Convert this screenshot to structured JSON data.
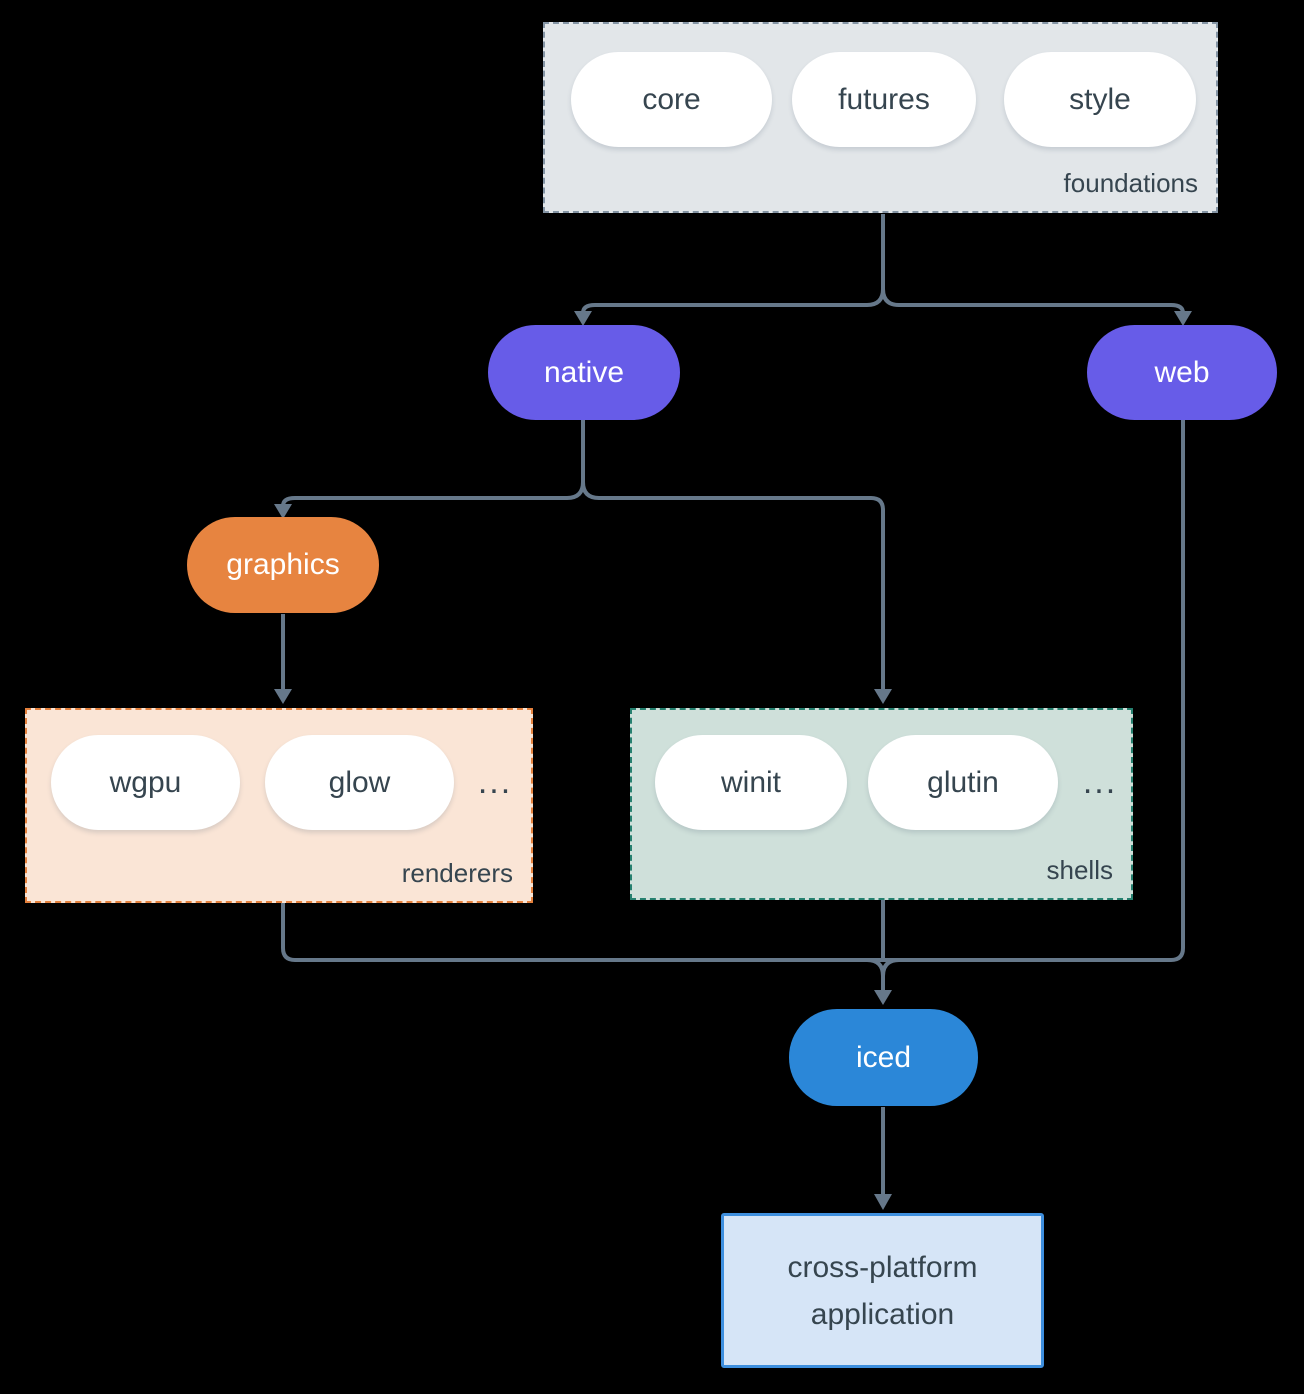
{
  "background_color": "#000000",
  "arrow_color": "#66788a",
  "nodes": {
    "foundations": {
      "label": "foundations",
      "pills": [
        "core",
        "futures",
        "style"
      ],
      "fill": "#e2e6e9",
      "border_color": "#8494a4"
    },
    "native": {
      "label": "native",
      "fill": "#675ce8"
    },
    "web": {
      "label": "web",
      "fill": "#675ce8"
    },
    "graphics": {
      "label": "graphics",
      "fill": "#e78440"
    },
    "renderers": {
      "label": "renderers",
      "pills": [
        "wgpu",
        "glow"
      ],
      "ellipsis": "...",
      "fill": "#fae5d6",
      "border_color": "#e5813d"
    },
    "shells": {
      "label": "shells",
      "pills": [
        "winit",
        "glutin"
      ],
      "ellipsis": "...",
      "fill": "#cfe0da",
      "border_color": "#26806f"
    },
    "iced": {
      "label": "iced",
      "fill": "#2b87d8"
    },
    "application": {
      "label": "cross-platform application",
      "fill": "#d6e5f7",
      "border_color": "#3e8fde"
    }
  }
}
